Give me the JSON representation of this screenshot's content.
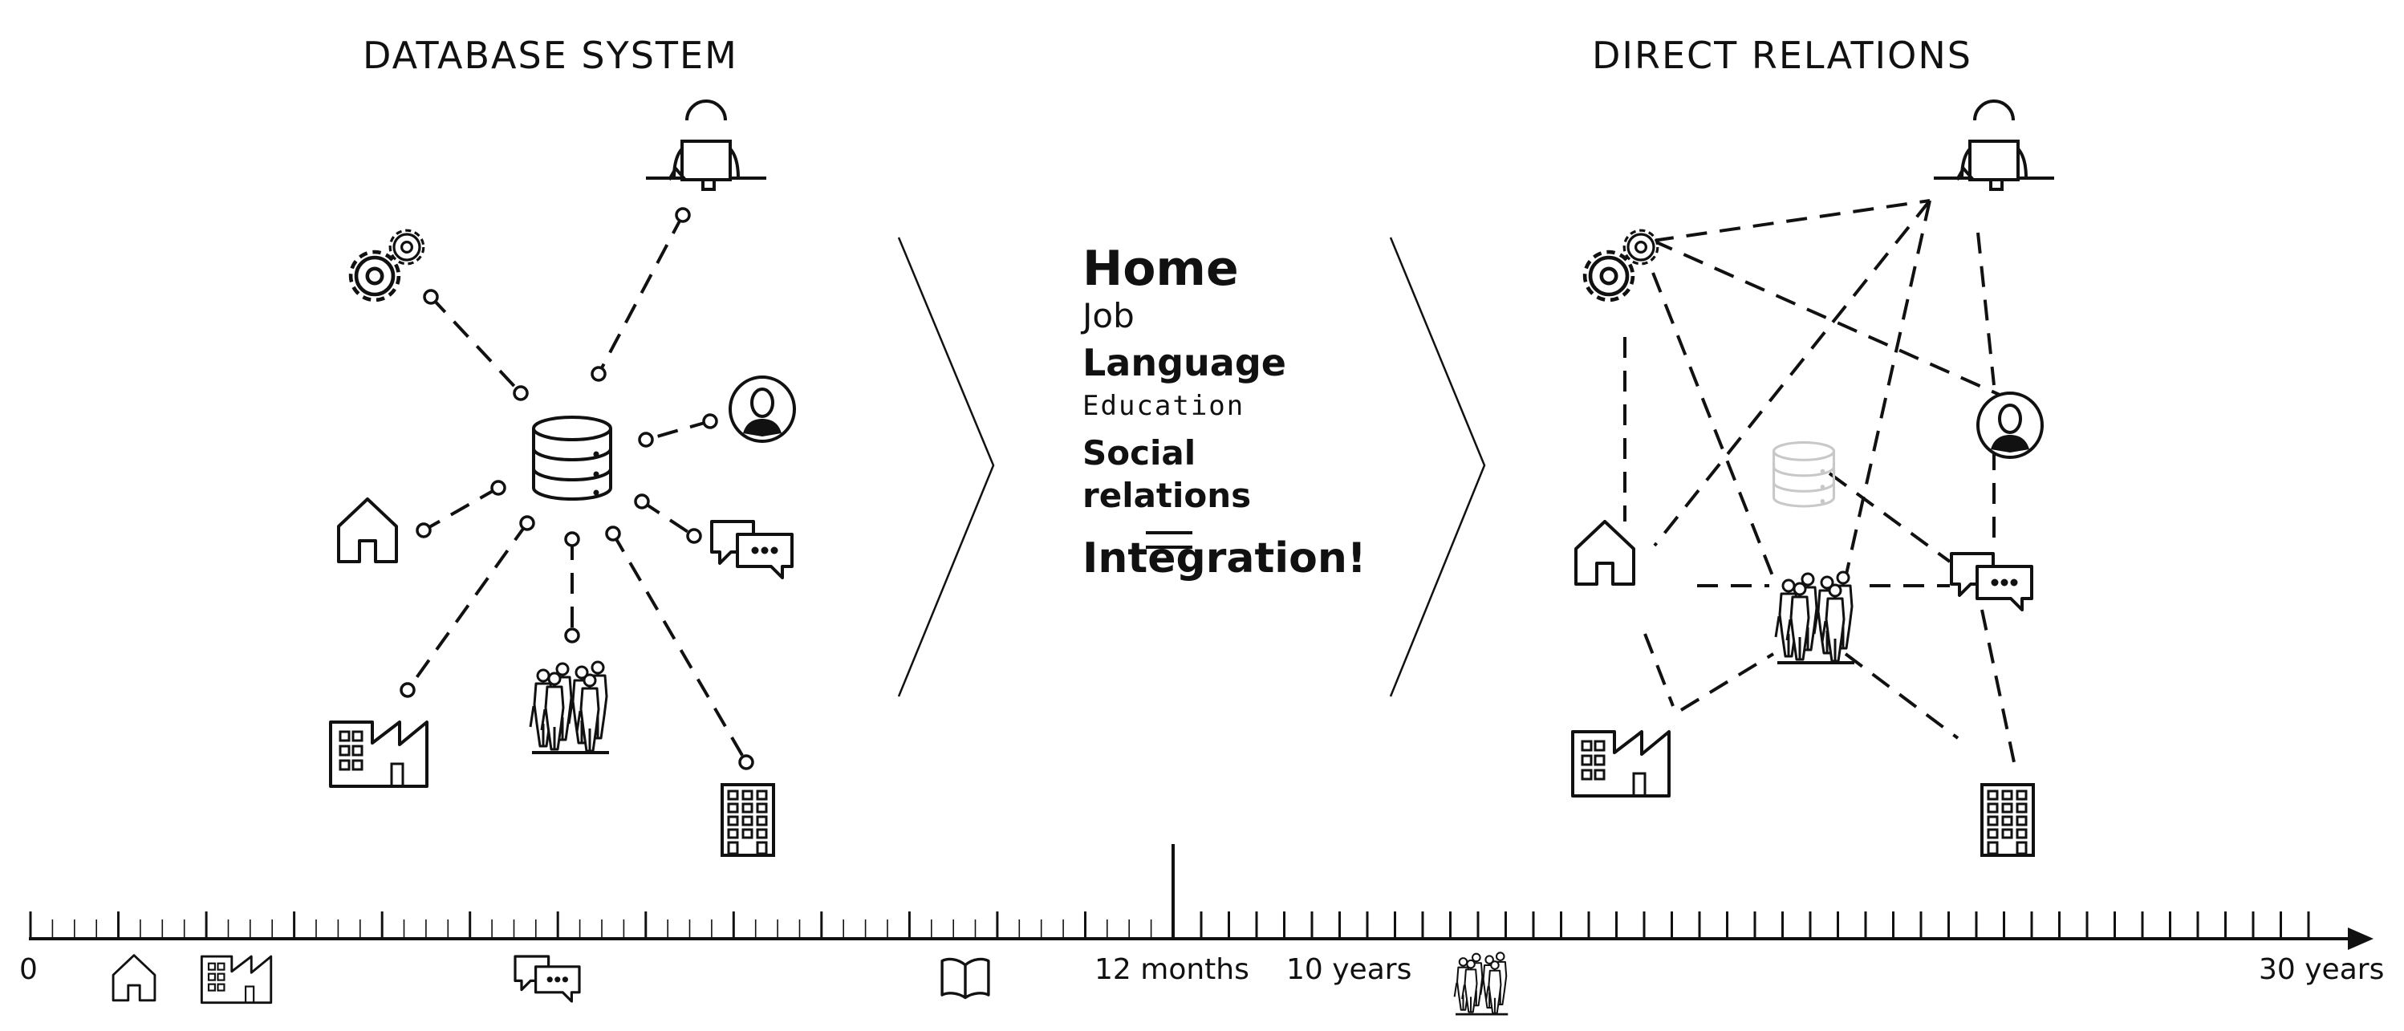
{
  "titles": {
    "left": "DATABASE SYSTEM",
    "right": "DIRECT RELATIONS"
  },
  "center_words": {
    "home": "Home",
    "job": "Job",
    "language": "Language",
    "education": "Education",
    "social_line1": "Social",
    "social_line2": "relations",
    "integration": "Integration!"
  },
  "timeline": {
    "start": "0",
    "mark_12_months": "12 months",
    "mark_10_years": "10 years",
    "end": "30 years"
  },
  "icons": {
    "database": "database-icon",
    "gears": "gears-icon",
    "official": "official-desk-icon",
    "person": "person-icon",
    "chat": "chat-icon",
    "house": "house-icon",
    "factory": "factory-icon",
    "crowd": "crowd-icon",
    "office": "office-building-icon",
    "book": "book-icon"
  },
  "colors": {
    "ink": "#111111",
    "faded_database": "#c8c8c8"
  }
}
